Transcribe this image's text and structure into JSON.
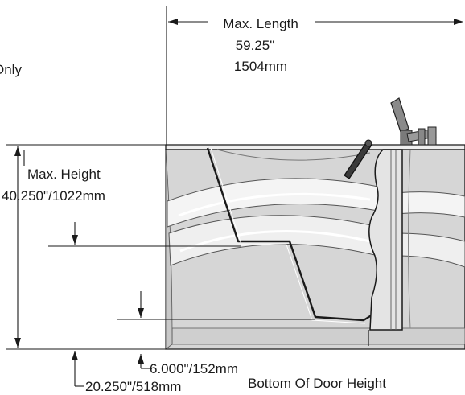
{
  "labels": {
    "partial_left": "Only",
    "max_length_title": "Max. Length",
    "max_length_in": "59.25\"",
    "max_length_mm": "1504mm",
    "max_height_title": "Max. Height",
    "max_height_value": "40.250\"/1022mm",
    "step_height": "6.000\"/152mm",
    "door_bottom_value": "20.250\"/518mm",
    "door_bottom_title": "Bottom Of Door Height"
  },
  "colors": {
    "line": "#1a1a1a",
    "tub_fill": "#d9d9d9",
    "tub_dark": "#bdbdbd",
    "tub_light": "#f2f2f2"
  }
}
